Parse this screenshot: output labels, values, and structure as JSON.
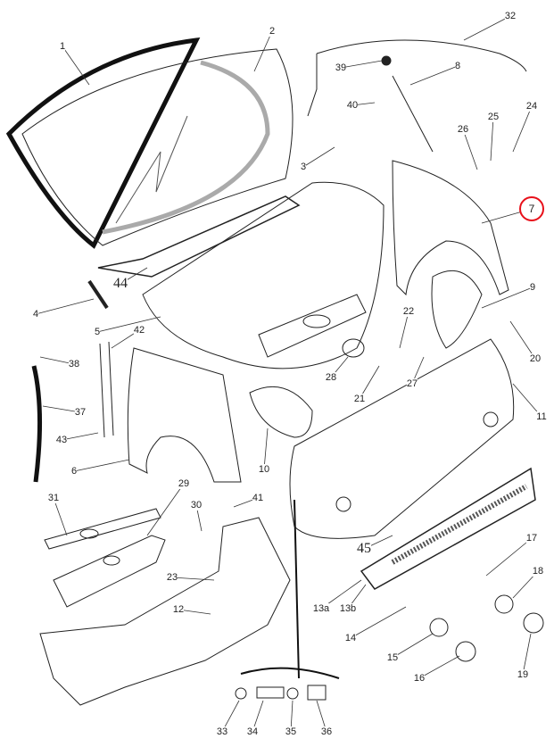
{
  "diagram": {
    "title": "Body exterior parts exploded view",
    "highlight_color": "#e8101a",
    "callouts": [
      "1",
      "2",
      "32",
      "39",
      "8",
      "40",
      "25",
      "24",
      "26",
      "3",
      "7",
      "44",
      "4",
      "9",
      "22",
      "5",
      "42",
      "38",
      "28",
      "20",
      "21",
      "27",
      "11",
      "37",
      "43",
      "10",
      "6",
      "29",
      "31",
      "30",
      "41",
      "45",
      "17",
      "18",
      "23",
      "13a",
      "13b",
      "12",
      "14",
      "15",
      "16",
      "19",
      "33",
      "34",
      "35",
      "36"
    ],
    "highlighted_callout": "7"
  }
}
